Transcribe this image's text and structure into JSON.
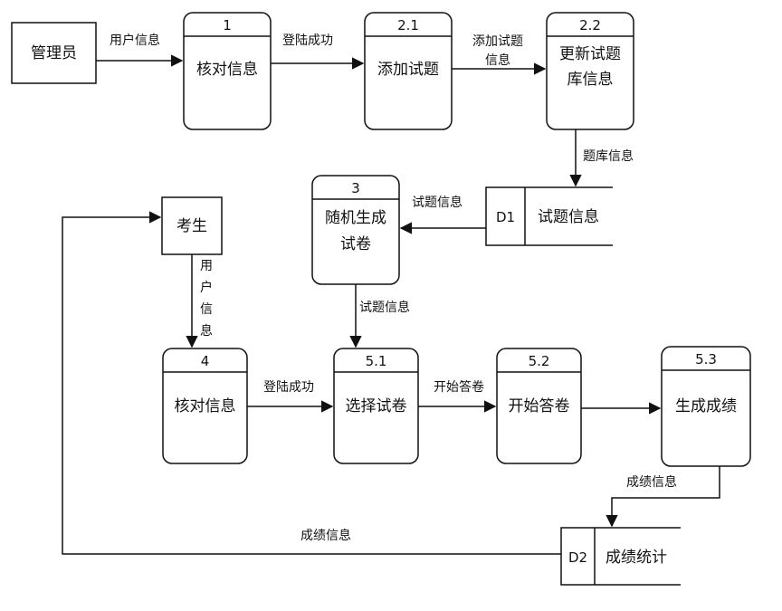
{
  "entities": {
    "admin": "管理员",
    "student": "考生"
  },
  "processes": {
    "p1": {
      "number": "1",
      "label": "核对信息"
    },
    "p21": {
      "number": "2.1",
      "label": "添加试题"
    },
    "p22": {
      "number": "2.2",
      "label_lines": [
        "更新试题",
        "库信息"
      ]
    },
    "p3": {
      "number": "3",
      "label_lines": [
        "随机生成",
        "试卷"
      ]
    },
    "p4": {
      "number": "4",
      "label": "核对信息"
    },
    "p51": {
      "number": "5.1",
      "label": "选择试卷"
    },
    "p52": {
      "number": "5.2",
      "label": "开始答卷"
    },
    "p53": {
      "number": "5.3",
      "label": "生成成绩"
    }
  },
  "stores": {
    "d1": {
      "id": "D1",
      "label": "试题信息"
    },
    "d2": {
      "id": "D2",
      "label": "成绩统计"
    }
  },
  "flows": {
    "admin_to_p1": "用户信息",
    "p1_to_p21": "登陆成功",
    "p21_to_p22": [
      "添加试题",
      "信息"
    ],
    "p22_to_d1": "题库信息",
    "d1_to_p3": "试题信息",
    "student_to_p4": [
      "用",
      "户",
      "信",
      "息"
    ],
    "p3_to_p51": "试题信息",
    "p4_to_p51": "登陆成功",
    "p51_to_p52": "开始答卷",
    "p53_to_d2": "成绩信息",
    "d2_to_student": "成绩信息"
  }
}
